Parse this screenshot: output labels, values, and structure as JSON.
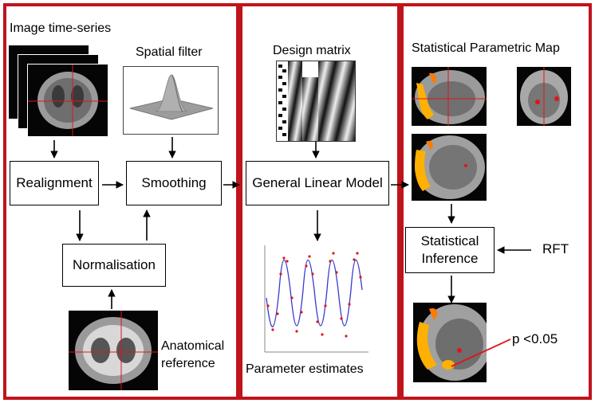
{
  "panels": {
    "left_title": "Image time-series",
    "spatial_filter_title": "Spatial filter",
    "design_matrix_title": "Design matrix",
    "spm_title": "Statistical Parametric Map"
  },
  "boxes": {
    "realignment": "Realignment",
    "smoothing": "Smoothing",
    "normalisation": "Normalisation",
    "glm": "General Linear Model",
    "stat_inference": "Statistical Inference"
  },
  "labels": {
    "anatomical_reference": "Anatomical reference",
    "parameter_estimates": "Parameter estimates",
    "rft": "RFT",
    "p_value": "p <0.05"
  },
  "colors": {
    "panel_border": "#c0141c",
    "crosshair": "#e0141c",
    "fit_line": "#3a3acb",
    "data_points": "#e0141c",
    "activation": "#ffb000"
  },
  "icons": {
    "arrow": "black-arrow",
    "gaussian": "3d-gaussian-surface"
  }
}
